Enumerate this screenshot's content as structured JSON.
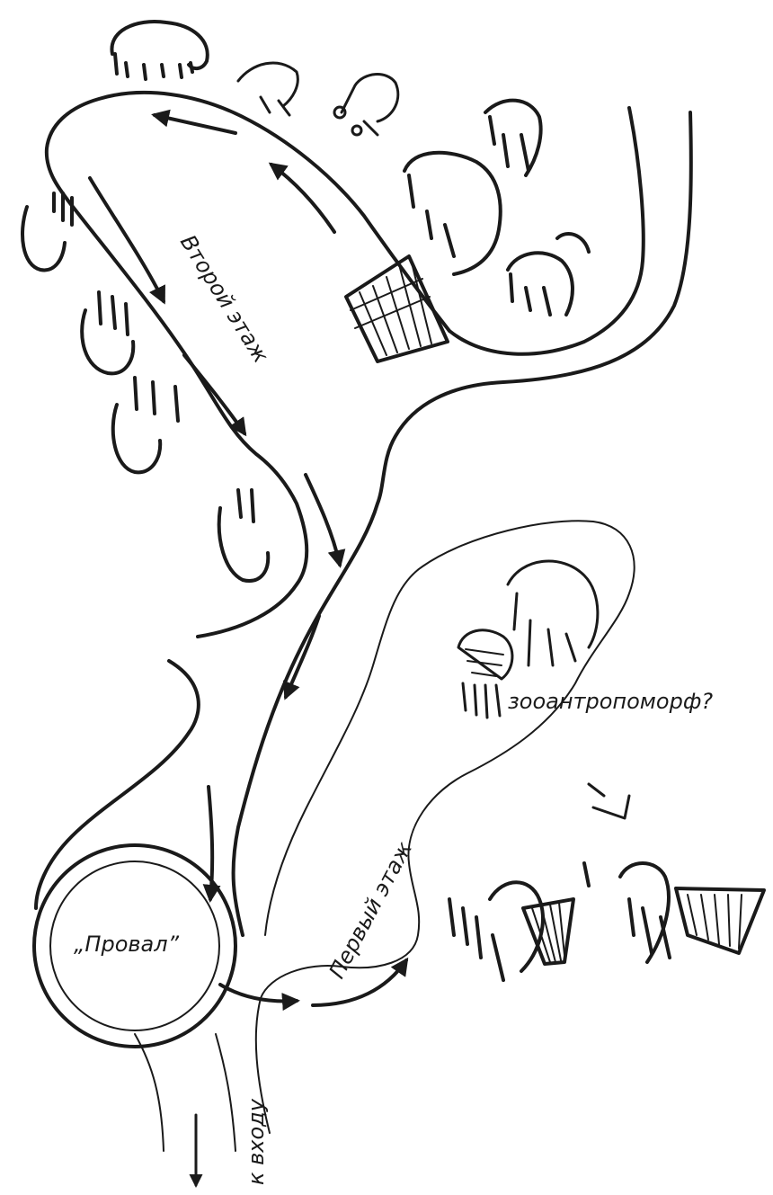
{
  "diagram": {
    "labels": {
      "upper_floor": "Второй этаж",
      "lower_floor": "Первый этаж",
      "shaft": "„Провал”",
      "to_entrance": "к входу",
      "zooanthropomorph": "зооантропоморф?"
    },
    "icons": [
      "mammoth-figure-icon",
      "horse-figure-icon",
      "ornament-figure-icon",
      "rhino-figure-icon",
      "trap-sign-icon",
      "direction-arrow-icon"
    ]
  }
}
